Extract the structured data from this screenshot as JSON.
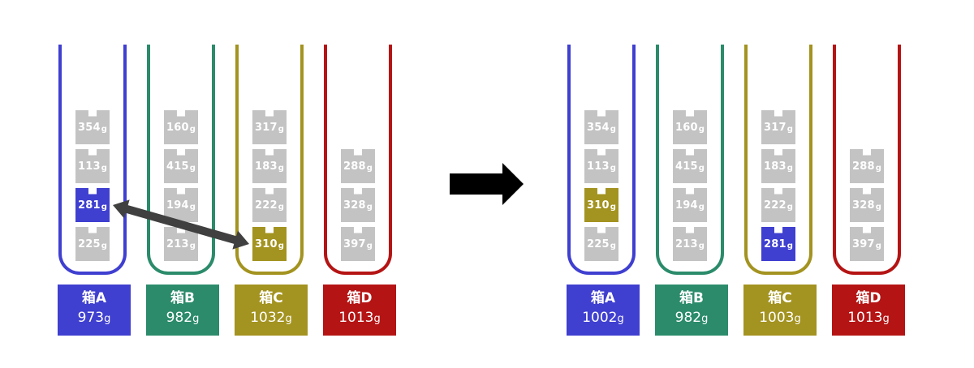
{
  "colors": {
    "A": "#3f3fd0",
    "B": "#2b8b6a",
    "C": "#a39320",
    "D": "#b51414",
    "item_gray": "#c3c3c3",
    "arrow": "#000000",
    "swap_arrow": "#404040"
  },
  "unit": "g",
  "panels": [
    {
      "boxes": [
        {
          "key": "A",
          "name": "箱A",
          "total": "973",
          "items": [
            {
              "w": "354"
            },
            {
              "w": "113"
            },
            {
              "w": "281",
              "hl": true
            },
            {
              "w": "225"
            }
          ]
        },
        {
          "key": "B",
          "name": "箱B",
          "total": "982",
          "items": [
            {
              "w": "160"
            },
            {
              "w": "415"
            },
            {
              "w": "194"
            },
            {
              "w": "213"
            }
          ]
        },
        {
          "key": "C",
          "name": "箱C",
          "total": "1032",
          "items": [
            {
              "w": "317"
            },
            {
              "w": "183"
            },
            {
              "w": "222"
            },
            {
              "w": "310",
              "hl": true
            }
          ]
        },
        {
          "key": "D",
          "name": "箱D",
          "total": "1013",
          "items": [
            {
              "w": "288"
            },
            {
              "w": "328"
            },
            {
              "w": "397"
            }
          ]
        }
      ]
    },
    {
      "boxes": [
        {
          "key": "A",
          "name": "箱A",
          "total": "1002",
          "items": [
            {
              "w": "354"
            },
            {
              "w": "113"
            },
            {
              "w": "310",
              "hl": true,
              "from": "C"
            },
            {
              "w": "225"
            }
          ]
        },
        {
          "key": "B",
          "name": "箱B",
          "total": "982",
          "items": [
            {
              "w": "160"
            },
            {
              "w": "415"
            },
            {
              "w": "194"
            },
            {
              "w": "213"
            }
          ]
        },
        {
          "key": "C",
          "name": "箱C",
          "total": "1003",
          "items": [
            {
              "w": "317"
            },
            {
              "w": "183"
            },
            {
              "w": "222"
            },
            {
              "w": "281",
              "hl": true,
              "from": "A"
            }
          ]
        },
        {
          "key": "D",
          "name": "箱D",
          "total": "1013",
          "items": [
            {
              "w": "288"
            },
            {
              "w": "328"
            },
            {
              "w": "397"
            }
          ]
        }
      ]
    }
  ]
}
